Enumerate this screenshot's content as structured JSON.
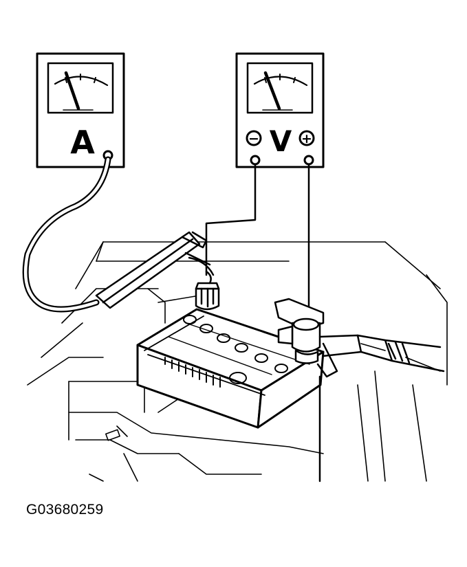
{
  "ammeter": {
    "label": "A"
  },
  "voltmeter": {
    "label": "V",
    "negative_sign": "−",
    "positive_sign": "+"
  },
  "figure_code": "G03680259",
  "colors": {
    "ink": "#000000",
    "paper": "#ffffff"
  }
}
